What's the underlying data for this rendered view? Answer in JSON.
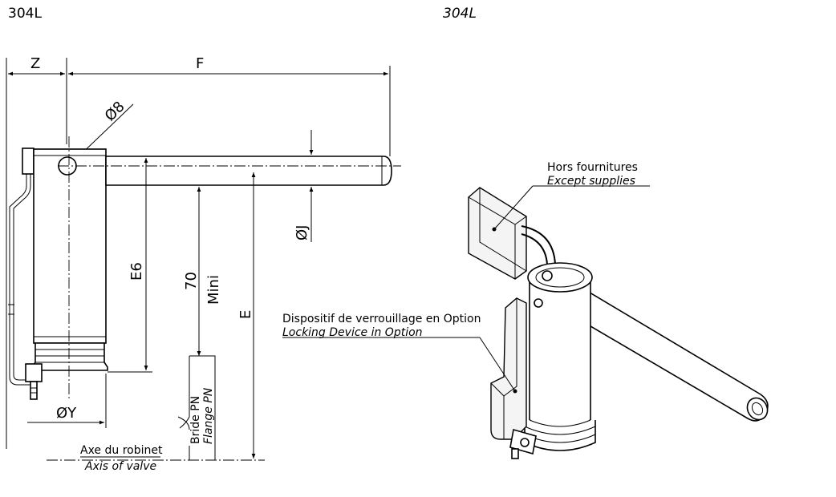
{
  "material_left": "304L",
  "material_right": "304L",
  "dimensions": {
    "z": "Z",
    "f": "F",
    "hole": "Ø8",
    "e6": "E6",
    "mini_value": "70",
    "mini_label": "Mini",
    "e": "E",
    "oj": "ØJ",
    "oy": "ØY"
  },
  "flange": {
    "fr": "Bride PN",
    "en": "Flange PN"
  },
  "axis": {
    "fr": "Axe du robinet",
    "en": "Axis of valve"
  },
  "callouts": {
    "supplies_fr": "Hors fournitures",
    "supplies_en": "Except supplies",
    "locking_fr": "Dispositif de verrouillage en Option",
    "locking_en": "Locking Device in Option"
  }
}
